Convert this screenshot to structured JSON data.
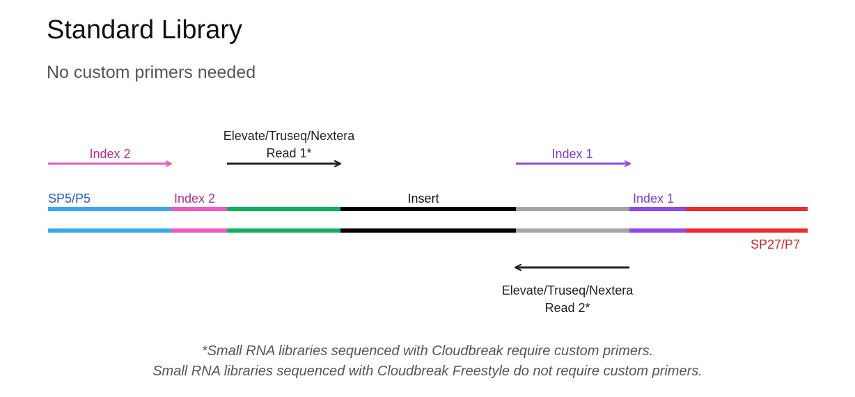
{
  "title": "Standard Library",
  "subtitle": "No custom primers needed",
  "colors": {
    "sp5": "#3aa9ec",
    "index2": "#ef59c1",
    "read1": "#0fb25a",
    "insert": "#000000",
    "read2": "#a5a5a5",
    "index1": "#9147ea",
    "sp27": "#f02a2a",
    "index2_text": "#b62a8e",
    "index1_text": "#7e3cd6",
    "sp5_text": "#1f5fbf",
    "sp27_text": "#d82323",
    "arrow_index2": "#ef59c1",
    "arrow_index1": "#9147ea",
    "arrow_read": "#222222"
  },
  "labels": {
    "sp5": "SP5/P5",
    "index2_segment": "Index 2",
    "insert": "Insert",
    "index1_segment": "Index 1",
    "sp27": "SP27/P7"
  },
  "arrows": {
    "index2": "Index 2",
    "read1_line1": "Elevate/Truseq/Nextera",
    "read1_line2": "Read 1*",
    "index1": "Index 1",
    "read2_line1": "Elevate/Truseq/Nextera",
    "read2_line2": "Read 2*"
  },
  "footnote": {
    "line1": "*Small RNA libraries sequenced with Cloudbreak require custom primers.",
    "line2": "Small RNA libraries sequenced with Cloudbreak Freestyle do not require custom primers."
  }
}
